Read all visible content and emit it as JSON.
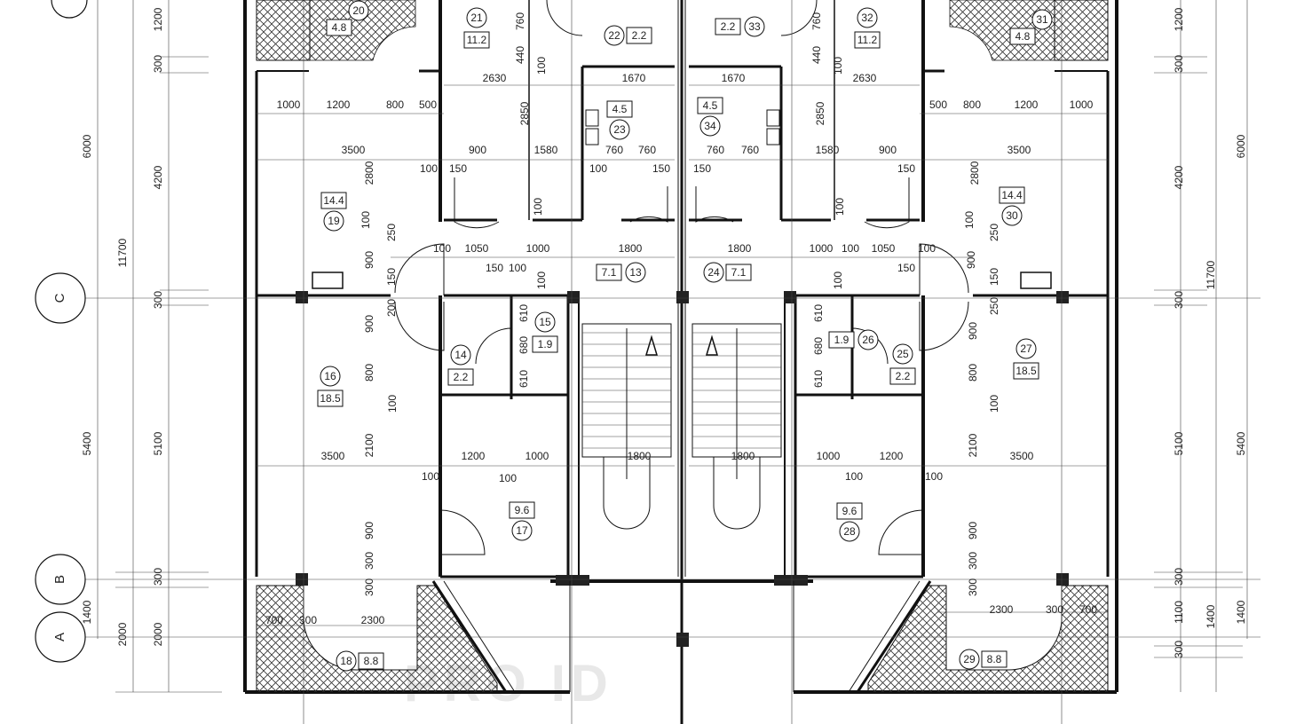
{
  "axes": [
    {
      "id": "axis-c",
      "label": "C"
    },
    {
      "id": "axis-b",
      "label": "B"
    },
    {
      "id": "axis-a",
      "label": "A"
    }
  ],
  "dimensions_left_outer": [
    "6000",
    "5400",
    "1400"
  ],
  "dimensions_left_mid": [
    "11700",
    "2000"
  ],
  "dimensions_left_inner": [
    "1200",
    "300",
    "4200",
    "300",
    "5100",
    "300",
    "2000"
  ],
  "dimensions_right_inner": [
    "1200",
    "300",
    "4200",
    "300",
    "5100",
    "300",
    "1100",
    "300"
  ],
  "dimensions_right_mid": [
    "11700",
    "1400"
  ],
  "dimensions_right_outer": [
    "6000",
    "5400",
    "1400"
  ],
  "rooms": [
    {
      "id": "20",
      "area": "4.8"
    },
    {
      "id": "21",
      "area": "11.2"
    },
    {
      "id": "22",
      "area": "2.2"
    },
    {
      "id": "33",
      "area": "2.2"
    },
    {
      "id": "32",
      "area": "11.2"
    },
    {
      "id": "31",
      "area": "4.8"
    },
    {
      "id": "23",
      "area": "4.5"
    },
    {
      "id": "34",
      "area": "4.5"
    },
    {
      "id": "19",
      "area": "14.4"
    },
    {
      "id": "30",
      "area": "14.4"
    },
    {
      "id": "13",
      "area": "7.1"
    },
    {
      "id": "24",
      "area": "7.1"
    },
    {
      "id": "15",
      "area": "1.9"
    },
    {
      "id": "26",
      "area": "1.9"
    },
    {
      "id": "14",
      "area": "2.2"
    },
    {
      "id": "25",
      "area": "2.2"
    },
    {
      "id": "16",
      "area": "18.5"
    },
    {
      "id": "27",
      "area": "18.5"
    },
    {
      "id": "17",
      "area": "9.6"
    },
    {
      "id": "28",
      "area": "9.6"
    },
    {
      "id": "18",
      "area": "8.8"
    },
    {
      "id": "29",
      "area": "8.8"
    }
  ],
  "inner_dims": {
    "d760a": "760",
    "d440a": "440",
    "d100a": "100",
    "d2630a": "2630",
    "d1670a": "1670",
    "d1670b": "1670",
    "d2630b": "2630",
    "d440b": "440",
    "d100b": "100",
    "d760b": "760",
    "d1000a": "1000",
    "d1200a": "1200",
    "d800a": "800",
    "d500a": "500",
    "d500b": "500",
    "d800b": "800",
    "d1200b": "1200",
    "d1000b": "1000",
    "d2850a": "2850",
    "d2850b": "2850",
    "d3500a": "3500",
    "d900a": "900",
    "d1580a": "1580",
    "d760c": "760",
    "d760d": "760",
    "d760e": "760",
    "d760f": "760",
    "d1580b": "1580",
    "d900b": "900",
    "d3500b": "3500",
    "d100c": "100",
    "d150a": "150",
    "d100d": "100",
    "d150b": "150",
    "d150c": "150",
    "d150d": "150",
    "d2800a": "2800",
    "d2800b": "2800",
    "d100e": "100",
    "d100f": "100",
    "d100g": "100",
    "d100h": "100",
    "d250a": "250",
    "d250b": "250",
    "d100i": "100",
    "d1050a": "1050",
    "d1000c": "1000",
    "d1800a": "1800",
    "d1800b": "1800",
    "d1000d": "1000",
    "d100j": "100",
    "d1050b": "1050",
    "d100k": "100",
    "d150e": "150",
    "d100l": "100",
    "d150f": "150",
    "d900c": "900",
    "d900d": "900",
    "d150g": "150",
    "d150h": "150",
    "d100m": "100",
    "d100n": "100",
    "d200a": "200",
    "d250c": "250",
    "d610a": "610",
    "d610b": "610",
    "d900e": "900",
    "d900f": "900",
    "d680a": "680",
    "d680b": "680",
    "d610c": "610",
    "d610d": "610",
    "d800c": "800",
    "d800d": "800",
    "d100o": "100",
    "d100p": "100",
    "d3500c": "3500",
    "d2100a": "2100",
    "d1200c": "1200",
    "d1000e": "1000",
    "d1800c": "1800",
    "d1800d": "1800",
    "d1000f": "1000",
    "d1200d": "1200",
    "d2100b": "2100",
    "d3500d": "3500",
    "d100q": "100",
    "d100r": "100",
    "d100s": "100",
    "d100t": "100",
    "d900g": "900",
    "d900h": "900",
    "d300a": "300",
    "d300b": "300",
    "d300c": "300",
    "d300d": "300",
    "d700a": "700",
    "d300e": "300",
    "d2300a": "2300",
    "d2300b": "2300",
    "d300f": "300",
    "d700b": "700"
  },
  "watermark": "PRO  ID"
}
